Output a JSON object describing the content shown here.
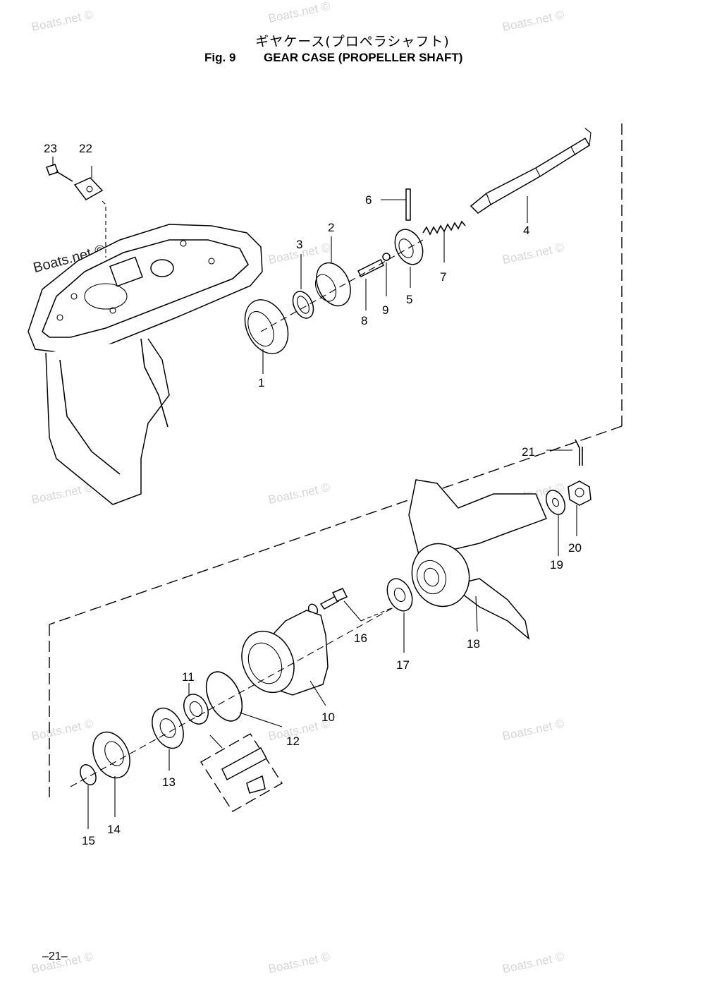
{
  "header": {
    "title_jp": "ギヤケース(プロペラシャフト)",
    "fig_no": "Fig. 9",
    "fig_title": "GEAR CASE (PROPELLER SHAFT)"
  },
  "watermark": "Boats.net ©",
  "page_number": "–21–",
  "callouts": [
    "1",
    "2",
    "3",
    "4",
    "5",
    "6",
    "7",
    "8",
    "9",
    "10",
    "11",
    "12",
    "13",
    "14",
    "15",
    "16",
    "17",
    "18",
    "19",
    "20",
    "21",
    "22",
    "23"
  ]
}
